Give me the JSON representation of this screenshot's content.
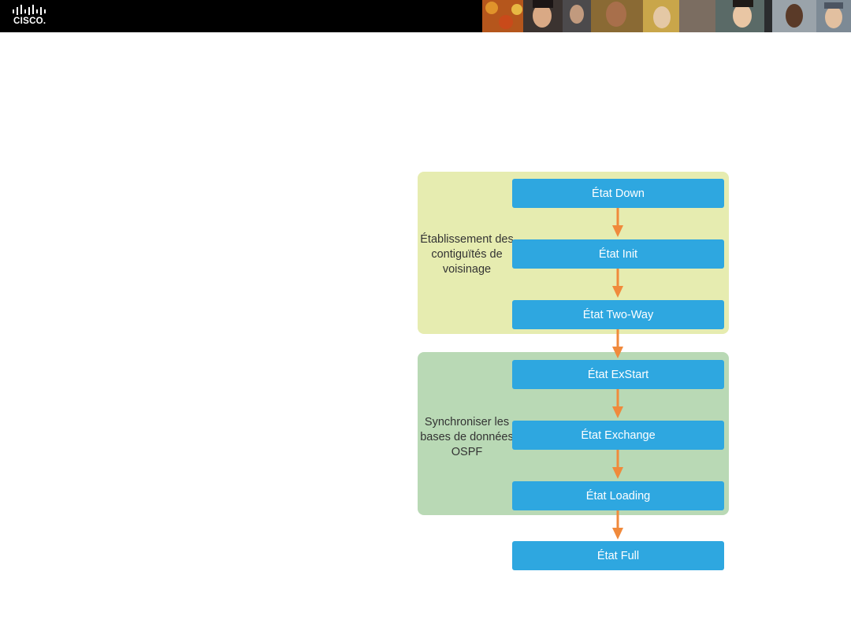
{
  "header": {
    "logo_text": "CISCO."
  },
  "groups": [
    {
      "label": "Établissement des contiguïtés de voisinage",
      "color": "#e6ecb0"
    },
    {
      "label": "Synchroniser les bases de données OSPF",
      "color": "#b9d9b5"
    }
  ],
  "states": [
    "État Down",
    "État Init",
    "État Two-Way",
    "État ExStart",
    "État Exchange",
    "État Loading",
    "État Full"
  ],
  "colors": {
    "state_box": "#2ea7e0",
    "arrow": "#f08a3c",
    "topbar": "#000000"
  }
}
